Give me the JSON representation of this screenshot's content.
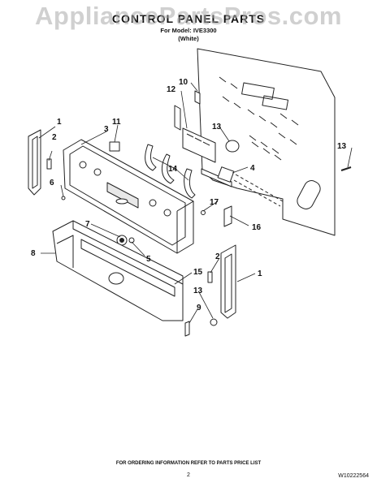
{
  "watermark": "AppliancePartsPros.com",
  "title": "CONTROL PANEL PARTS",
  "model_line": "For Model: IVE3300",
  "color_line": "(White)",
  "labels": [
    "1",
    "1",
    "2",
    "2",
    "3",
    "4",
    "5",
    "6",
    "7",
    "8",
    "9",
    "10",
    "11",
    "12",
    "13",
    "13",
    "13",
    "14",
    "15",
    "16",
    "17"
  ],
  "footer": "FOR ORDERING INFORMATION REFER TO PARTS PRICE LIST",
  "page_number": "2",
  "document_number": "W10222564"
}
